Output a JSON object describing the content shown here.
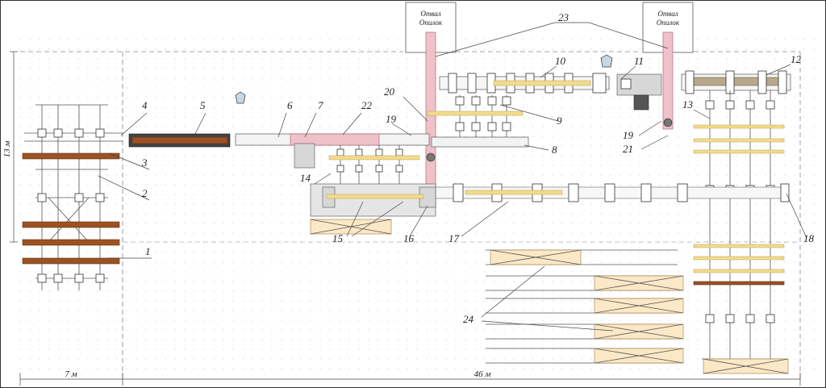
{
  "dump_label_1": "Отвал",
  "dump_label_2": "Опилок",
  "dimensions": {
    "height": "13 м",
    "left_width": "7 м",
    "total_width": "46 м"
  },
  "markers": [
    {
      "id": "m1",
      "text": "1"
    },
    {
      "id": "m2",
      "text": "2"
    },
    {
      "id": "m3",
      "text": "3"
    },
    {
      "id": "m4",
      "text": "4"
    },
    {
      "id": "m5",
      "text": "5"
    },
    {
      "id": "m6",
      "text": "6"
    },
    {
      "id": "m7",
      "text": "7"
    },
    {
      "id": "m8",
      "text": "8"
    },
    {
      "id": "m9",
      "text": "9"
    },
    {
      "id": "m10",
      "text": "10"
    },
    {
      "id": "m11",
      "text": "11"
    },
    {
      "id": "m12",
      "text": "12"
    },
    {
      "id": "m13",
      "text": "13"
    },
    {
      "id": "m14",
      "text": "14"
    },
    {
      "id": "m15",
      "text": "15"
    },
    {
      "id": "m16",
      "text": "16"
    },
    {
      "id": "m17",
      "text": "17"
    },
    {
      "id": "m18",
      "text": "18"
    },
    {
      "id": "m19a",
      "text": "19"
    },
    {
      "id": "m19b",
      "text": "19"
    },
    {
      "id": "m20",
      "text": "20"
    },
    {
      "id": "m21",
      "text": "21"
    },
    {
      "id": "m22",
      "text": "22"
    },
    {
      "id": "m23",
      "text": "23"
    },
    {
      "id": "m24",
      "text": "24"
    }
  ]
}
